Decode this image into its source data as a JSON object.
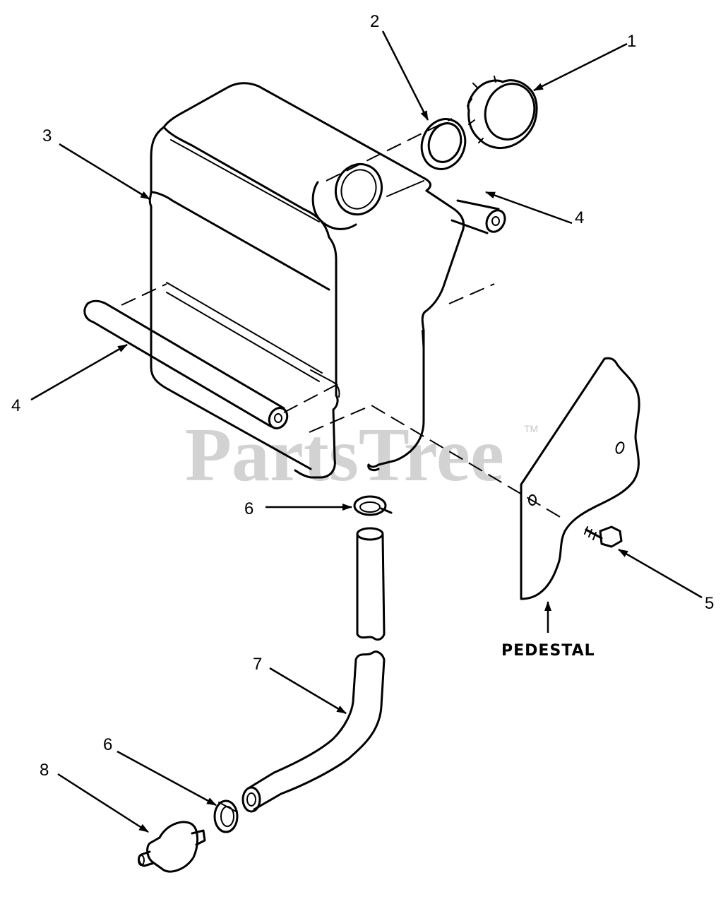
{
  "watermark": {
    "text": "PartsTree",
    "trademark": "TM"
  },
  "callouts": [
    {
      "id": "1",
      "label": "1"
    },
    {
      "id": "2",
      "label": "2"
    },
    {
      "id": "3",
      "label": "3"
    },
    {
      "id": "4a",
      "label": "4"
    },
    {
      "id": "4b",
      "label": "4"
    },
    {
      "id": "5",
      "label": "5"
    },
    {
      "id": "6a",
      "label": "6"
    },
    {
      "id": "6b",
      "label": "6"
    },
    {
      "id": "7",
      "label": "7"
    },
    {
      "id": "8",
      "label": "8"
    }
  ],
  "pedestal_label": "PEDESTAL"
}
